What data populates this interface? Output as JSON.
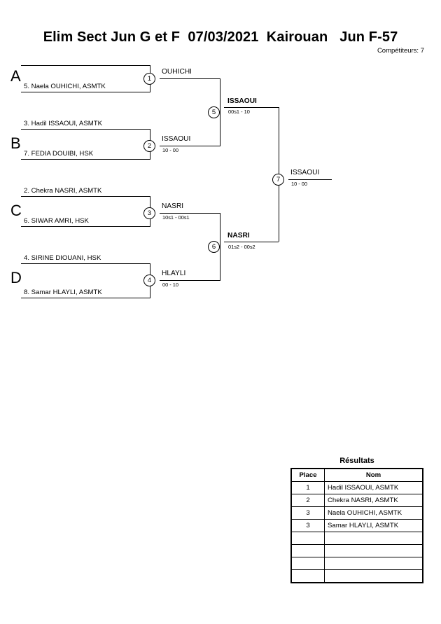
{
  "header": {
    "title": "Elim Sect Jun G et F  07/03/2021  Kairouan   Jun F-57",
    "competitors_label": "Compétiteurs: 7"
  },
  "bracket": {
    "groups": [
      {
        "letter": "A"
      },
      {
        "letter": "B"
      },
      {
        "letter": "C"
      },
      {
        "letter": "D"
      }
    ],
    "round1": [
      {
        "number": "1",
        "top_name": "",
        "bottom_name": "5. Naela OUHICHI, ASMTK",
        "winner": "OUHICHI",
        "score": "",
        "bold": false
      },
      {
        "number": "2",
        "top_name": "3. Hadil ISSAOUI, ASMTK",
        "bottom_name": "7. FEDIA DOUIBI, HSK",
        "winner": "ISSAOUI",
        "score": "10 - 00",
        "bold": false
      },
      {
        "number": "3",
        "top_name": "2. Chekra NASRI, ASMTK",
        "bottom_name": "6. SIWAR AMRI, HSK",
        "winner": "NASRI",
        "score": "10s1 - 00s1",
        "bold": false
      },
      {
        "number": "4",
        "top_name": "4. SIRINE DIOUANI, HSK",
        "bottom_name": "8. Samar HLAYLI, ASMTK",
        "winner": "HLAYLI",
        "score": "00 - 10",
        "bold": false
      }
    ],
    "round2": [
      {
        "number": "5",
        "winner": "ISSAOUI",
        "score": "00s1 - 10",
        "bold": true
      },
      {
        "number": "6",
        "winner": "NASRI",
        "score": "01s2 - 00s2",
        "bold": true
      }
    ],
    "round3": [
      {
        "number": "7",
        "winner": "ISSAOUI",
        "score": "10 - 00",
        "bold": false
      }
    ]
  },
  "results": {
    "title": "Résultats",
    "columns": [
      "Place",
      "Nom"
    ],
    "rows": [
      {
        "place": "1",
        "name": "Hadil ISSAOUI, ASMTK"
      },
      {
        "place": "2",
        "name": "Chekra NASRI, ASMTK"
      },
      {
        "place": "3",
        "name": "Naela OUHICHI, ASMTK"
      },
      {
        "place": "3",
        "name": "Samar HLAYLI, ASMTK"
      },
      {
        "place": "",
        "name": ""
      },
      {
        "place": "",
        "name": ""
      },
      {
        "place": "",
        "name": ""
      },
      {
        "place": "",
        "name": ""
      }
    ]
  }
}
